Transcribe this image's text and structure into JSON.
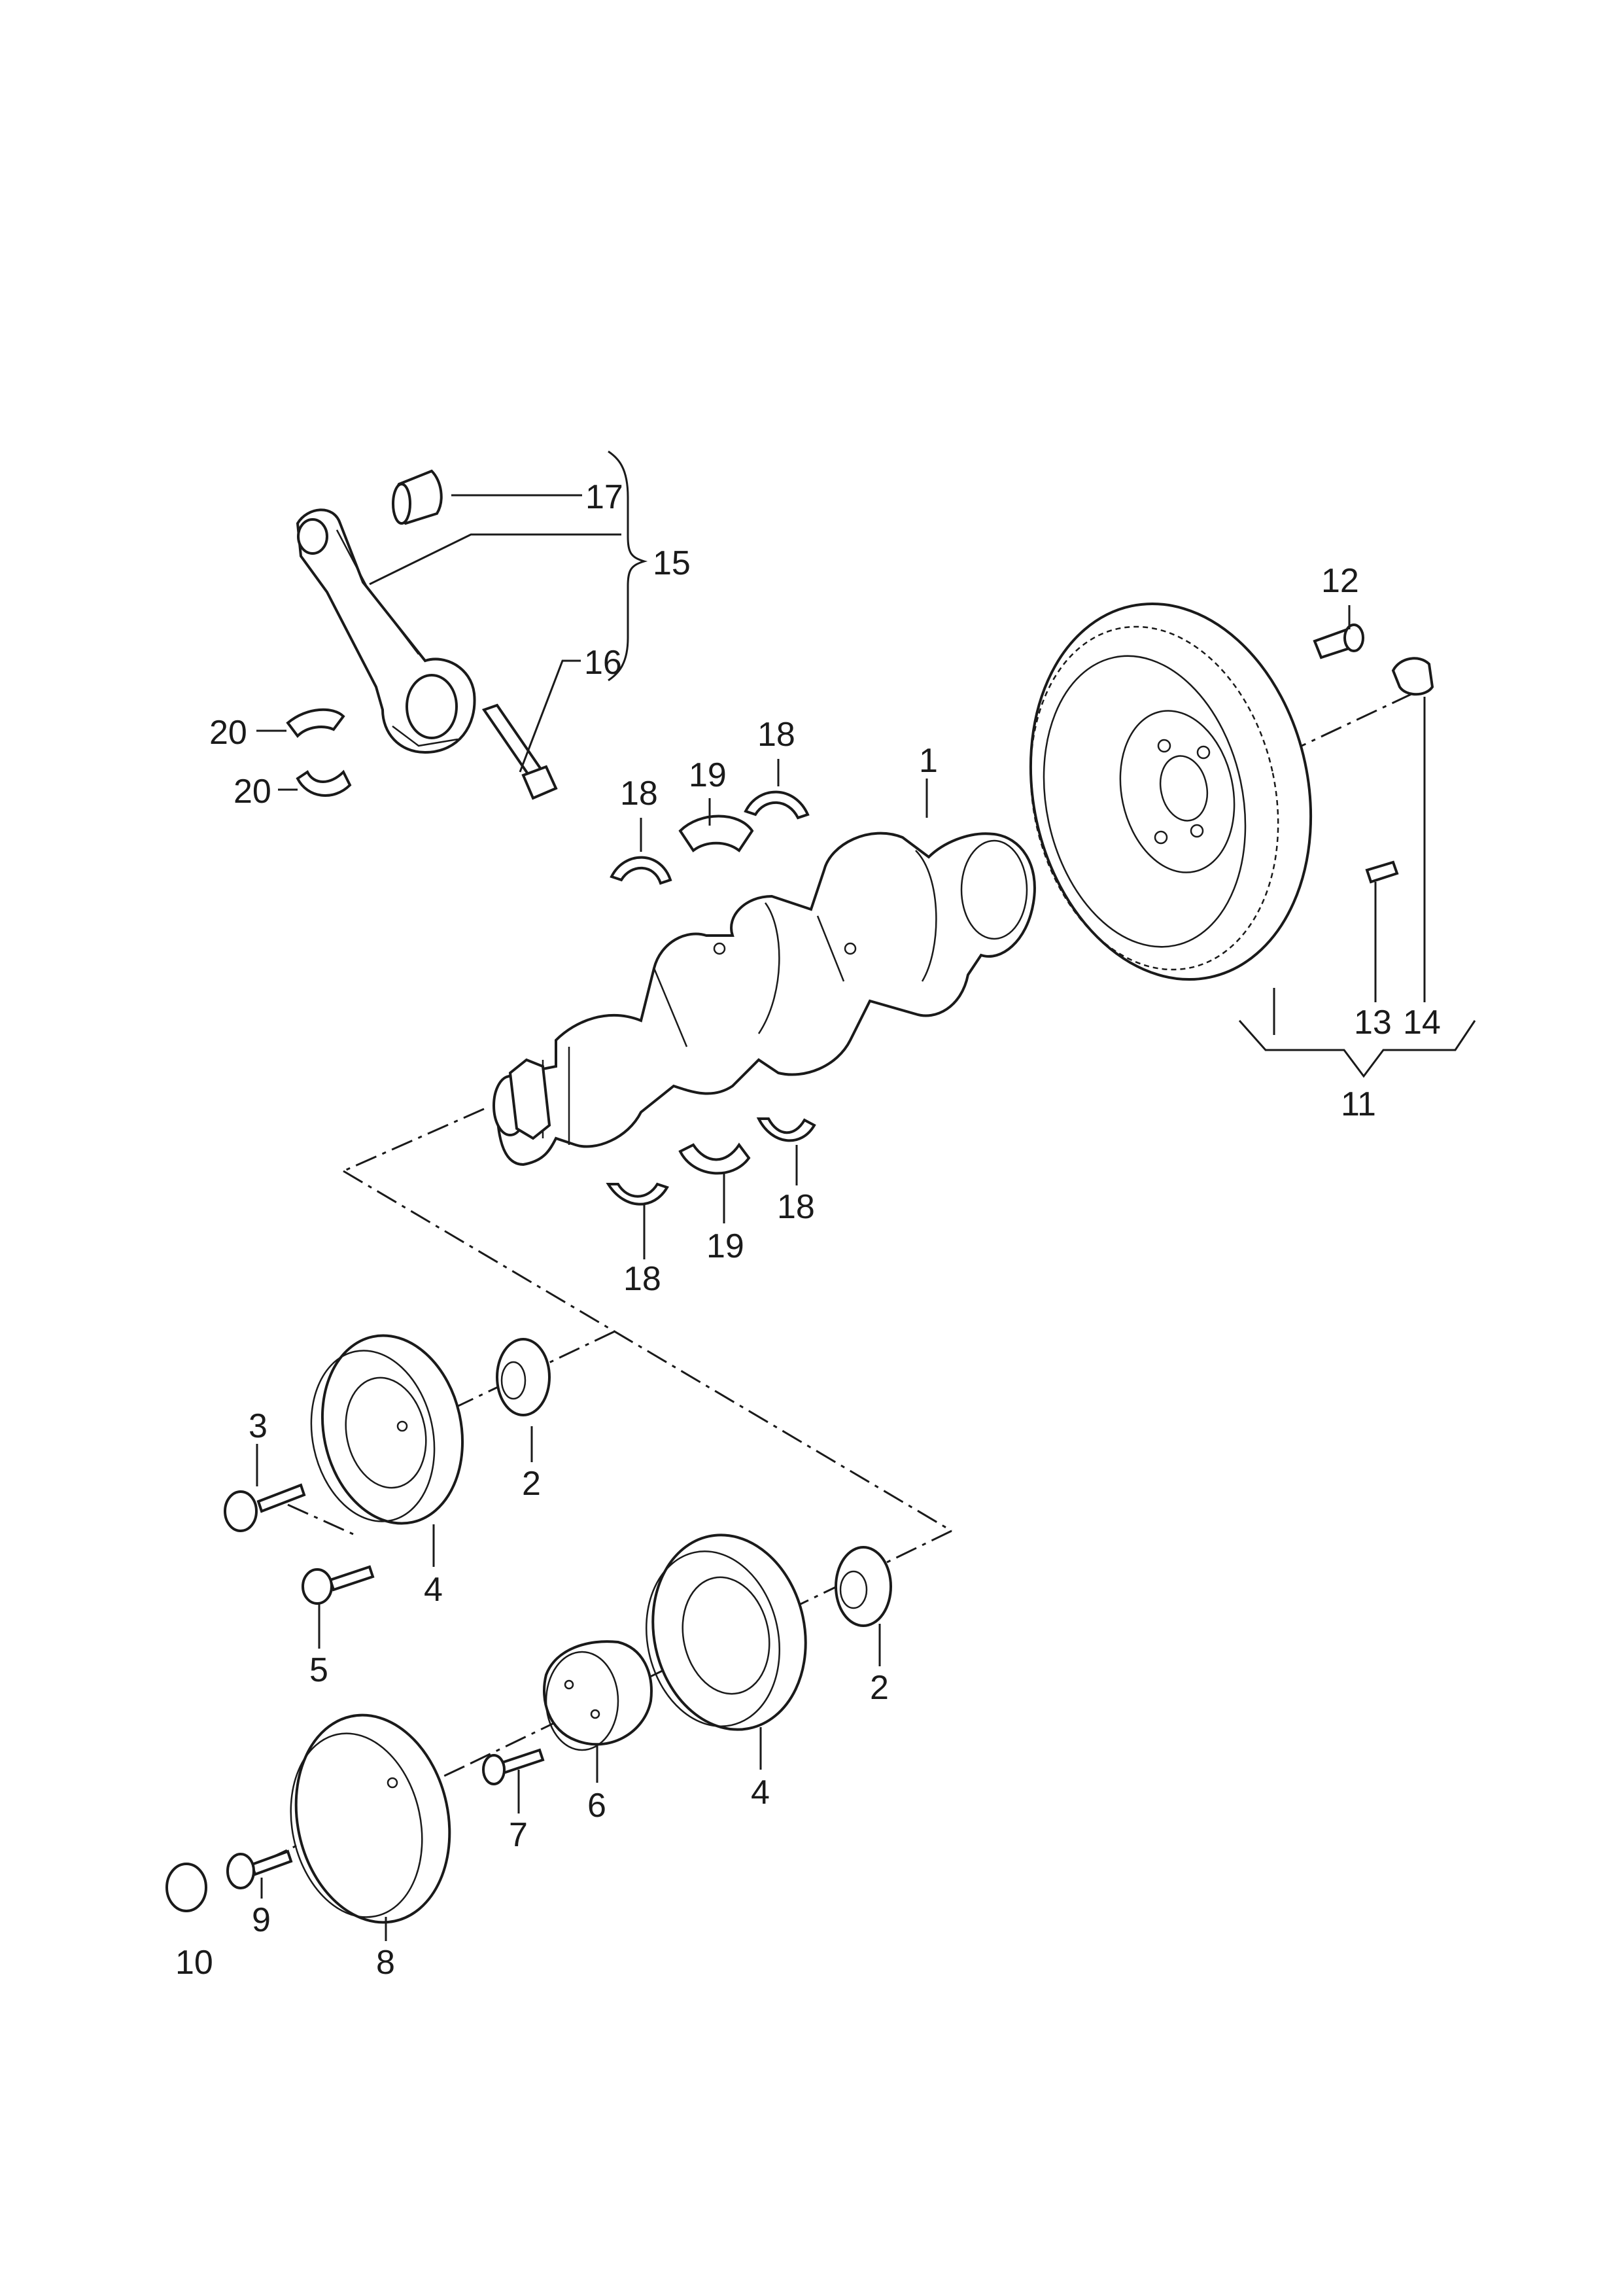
{
  "colors": {
    "line": "#1a1a1a",
    "background": "#ffffff"
  },
  "callouts": {
    "c1": "1",
    "c2a": "2",
    "c2b": "2",
    "c3": "3",
    "c4a": "4",
    "c4b": "4",
    "c5": "5",
    "c6": "6",
    "c7": "7",
    "c8": "8",
    "c9": "9",
    "c10": "10",
    "c11": "11",
    "c12": "12",
    "c13": "13",
    "c14": "14",
    "c15": "15",
    "c16": "16",
    "c17": "17",
    "c18a": "18",
    "c18b": "18",
    "c18c": "18",
    "c18d": "18",
    "c19a": "19",
    "c19b": "19",
    "c20a": "20",
    "c20b": "20"
  }
}
